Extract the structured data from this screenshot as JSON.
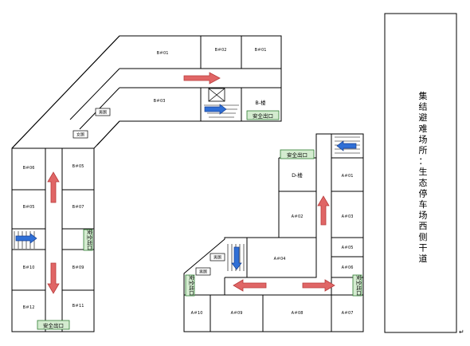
{
  "colors": {
    "exit_fill": "#d4ecd0",
    "exit_stroke": "#2e7d32",
    "arrow_red": "#e06666",
    "arrow_red_stroke": "#b83b3b",
    "arrow_blue": "#2f6fd6",
    "arrow_blue_stroke": "#173f8f"
  },
  "building_b": {
    "rooms": {
      "r_b01": "B＃01",
      "r_b02": "B＃02",
      "r_b01b": "B＃01",
      "r_b03": "B＃03",
      "r_b06": "B＃06",
      "r_b05": "B＃05",
      "r_b05b": "B＃05",
      "r_b07": "B＃07",
      "r_b10": "B＃10",
      "r_b09": "B＃09",
      "r_b12": "B＃12",
      "r_b11": "B＃11"
    },
    "label": "B-楼",
    "exits": {
      "exit_top": "安全出口",
      "exit_bottom": "安全出口",
      "exit_side": "安全出口"
    },
    "restrooms": {
      "wc_1": "男厕",
      "wc_2": "女厕"
    }
  },
  "building_a": {
    "rooms": {
      "r_a01": "A＃01",
      "r_a02": "A＃02",
      "r_a03": "A＃03",
      "r_a04": "A＃04",
      "r_a05": "A＃05",
      "r_a06": "A＃06",
      "r_a07": "A＃07",
      "r_a08": "A＃08",
      "r_a09": "A＃09",
      "r_a10": "A＃10"
    },
    "label": "D-楼",
    "exits": {
      "exit_top": "安全出口",
      "exit_left": "安全出口",
      "exit_right": "安全出口"
    },
    "restrooms": {
      "wc_1": "男厕"
    }
  },
  "assembly": {
    "chars": [
      "集",
      "结",
      "避",
      "难",
      "场",
      "所",
      "：",
      "生",
      "态",
      "停",
      "车",
      "场",
      "西",
      "侧",
      "干",
      "道"
    ]
  }
}
